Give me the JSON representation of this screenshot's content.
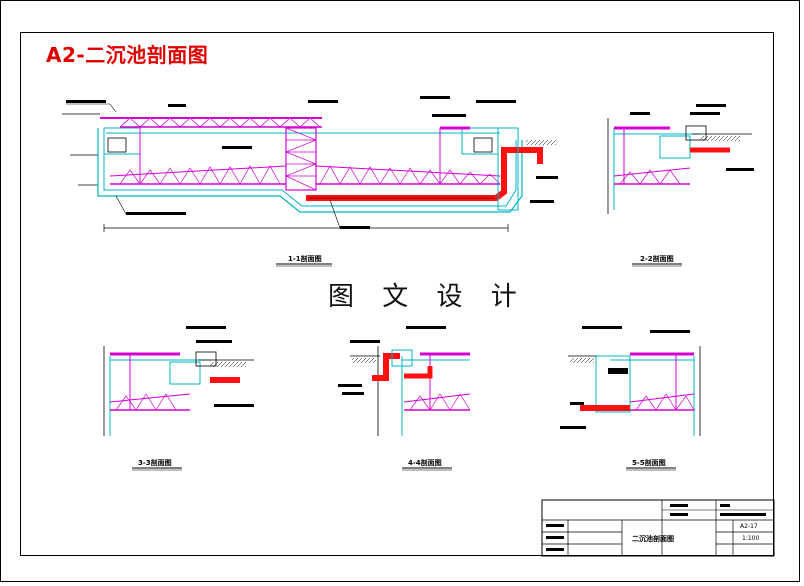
{
  "sheet": {
    "title": "A2-二沉池剖面图",
    "watermark": "图 文 设 计"
  },
  "sections": [
    {
      "caption": "1-1剖面图"
    },
    {
      "caption": "2-2剖面图"
    },
    {
      "caption": "3-3剖面图"
    },
    {
      "caption": "4-4剖面图"
    },
    {
      "caption": "5-5剖面图"
    }
  ],
  "title_block": {
    "drawing_name": "二沉池剖面图",
    "scale": "1:100",
    "sheet_no": "A2-17"
  },
  "colors": {
    "structure": "#00b4c8",
    "equipment": "#d400d4",
    "pipe": "#ff1010",
    "frame": "#000000",
    "title": "#e00000"
  }
}
